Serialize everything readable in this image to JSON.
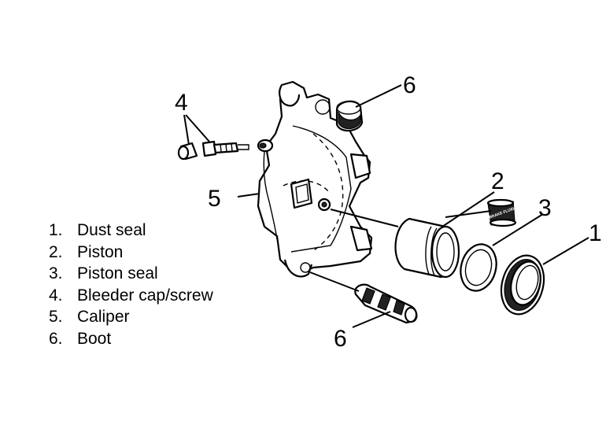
{
  "callouts": {
    "dust_seal": "1",
    "piston": "2",
    "piston_seal": "3",
    "bleeder": "4",
    "caliper": "5",
    "boot_top": "6",
    "boot_bottom": "6"
  },
  "container_label": "BRAKE FLUID",
  "legend": [
    {
      "num": "1.",
      "label": "Dust seal"
    },
    {
      "num": "2.",
      "label": "Piston"
    },
    {
      "num": "3.",
      "label": "Piston seal"
    },
    {
      "num": "4.",
      "label": "Bleeder cap/screw"
    },
    {
      "num": "5.",
      "label": "Caliper"
    },
    {
      "num": "6.",
      "label": "Boot"
    }
  ]
}
